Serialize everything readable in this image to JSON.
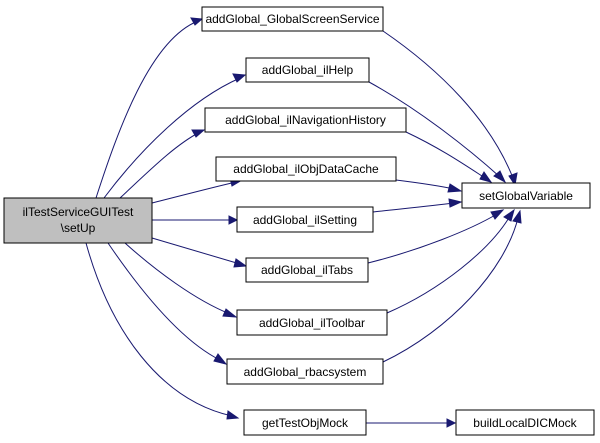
{
  "graph": {
    "colors": {
      "root_fill": "#bfbfbf",
      "node_fill": "#ffffff",
      "edge": "#191970"
    },
    "nodes": {
      "root": {
        "lines": [
          "ilTestServiceGUITest",
          "\\setUp"
        ]
      },
      "screen_service": {
        "label": "addGlobal_GlobalScreenService"
      },
      "ilhelp": {
        "label": "addGlobal_ilHelp"
      },
      "nav_history": {
        "label": "addGlobal_ilNavigationHistory"
      },
      "obj_data_cache": {
        "label": "addGlobal_ilObjDataCache"
      },
      "ilsetting": {
        "label": "addGlobal_ilSetting"
      },
      "iltabs": {
        "label": "addGlobal_ilTabs"
      },
      "iltoolbar": {
        "label": "addGlobal_ilToolbar"
      },
      "rbacsystem": {
        "label": "addGlobal_rbacsystem"
      },
      "test_obj_mock": {
        "label": "getTestObjMock"
      },
      "set_global_variable": {
        "label": "setGlobalVariable"
      },
      "build_local_dic_mock": {
        "label": "buildLocalDICMock"
      }
    }
  }
}
